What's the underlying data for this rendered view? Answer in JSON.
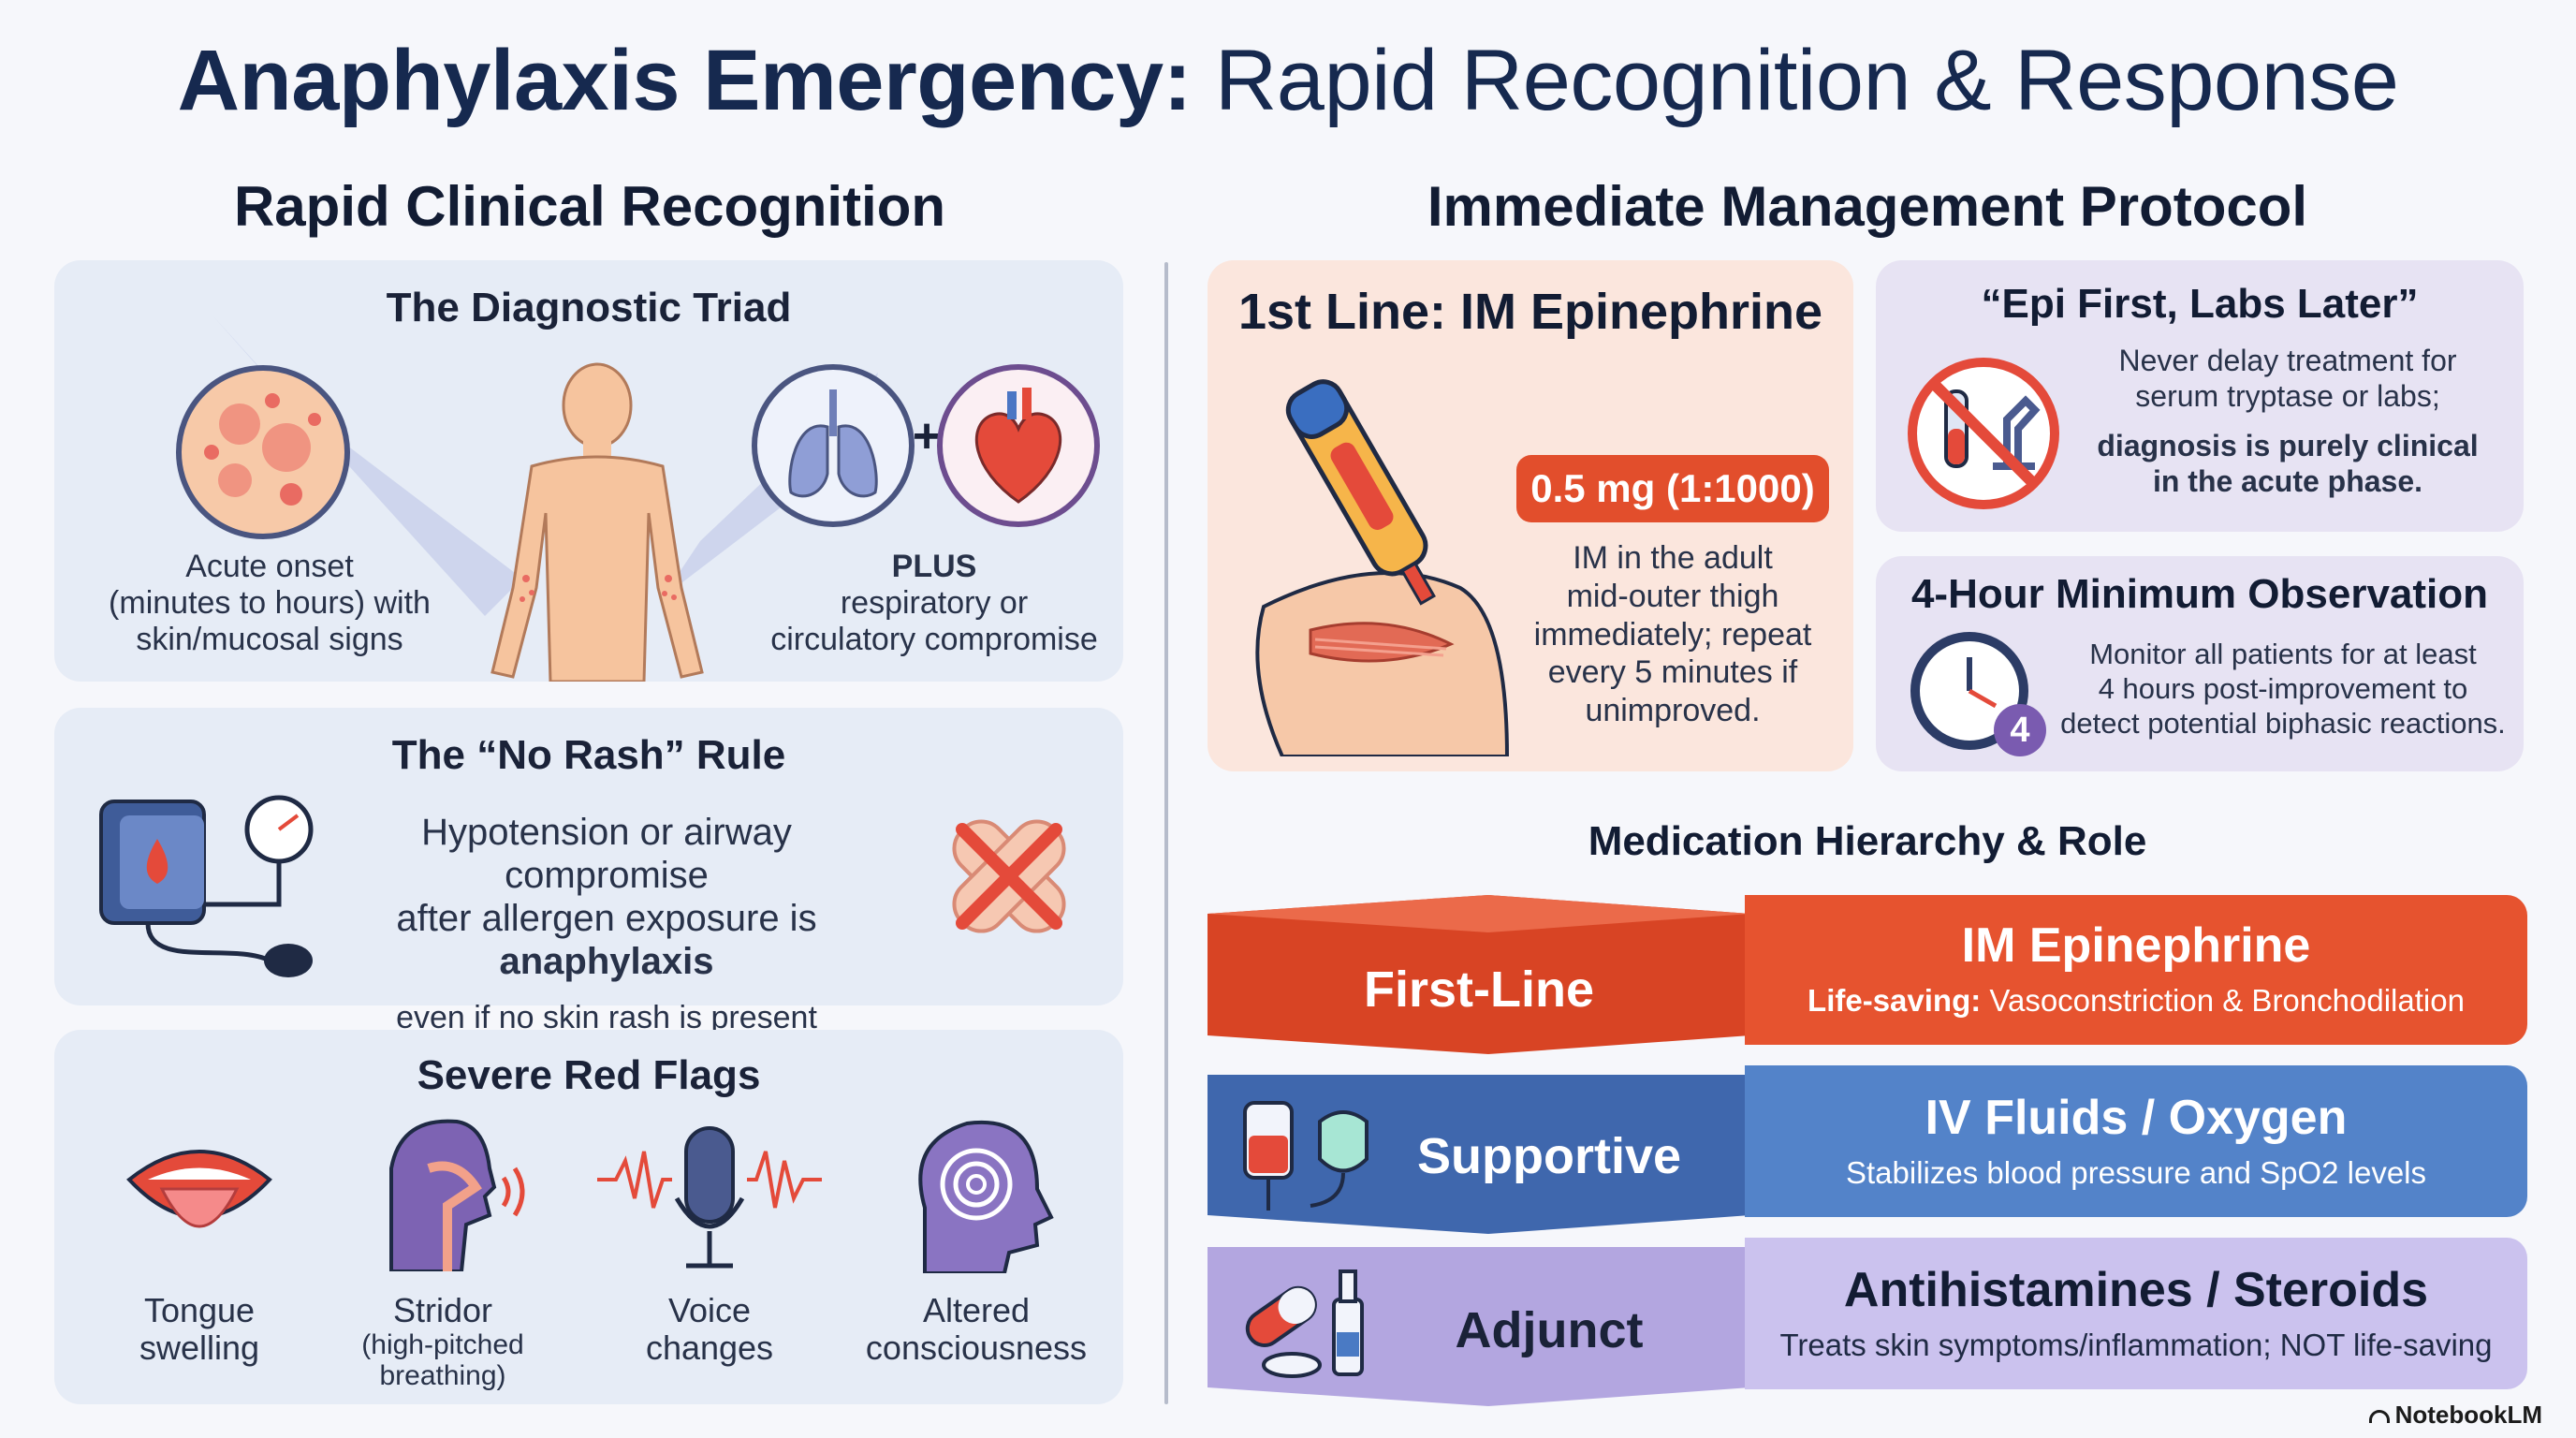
{
  "title": {
    "bold": "Anaphylaxis Emergency:",
    "light": " Rapid Recognition & Response"
  },
  "left": {
    "title": "Rapid Clinical Recognition",
    "triad": {
      "heading": "The Diagnostic Triad",
      "skin_caption_1": "Acute onset",
      "skin_caption_2": "(minutes to hours) with",
      "skin_caption_3": "skin/mucosal signs",
      "plus_symbol": "+",
      "plus_label": "PLUS",
      "resp_caption_1": "respiratory or",
      "resp_caption_2": "circulatory compromise"
    },
    "norash": {
      "heading": "The “No Rash” Rule",
      "line1": "Hypotension or airway compromise",
      "line2_pre": "after allergen exposure is ",
      "line2_bold": "anaphylaxis",
      "line3_underline": "even if",
      "line3_rest": " no skin rash is present"
    },
    "flags": {
      "heading": "Severe Red Flags",
      "items": [
        {
          "l1": "Tongue",
          "l2": "swelling",
          "l3": ""
        },
        {
          "l1": "Stridor",
          "l2": "(high-pitched",
          "l3": "breathing)"
        },
        {
          "l1": "Voice",
          "l2": "changes",
          "l3": ""
        },
        {
          "l1": "Altered",
          "l2": "consciousness",
          "l3": ""
        }
      ]
    }
  },
  "right": {
    "title": "Immediate Management Protocol",
    "epi": {
      "heading": "1st Line: IM Epinephrine",
      "dose": "0.5 mg (1:1000)",
      "l1": "IM in the adult",
      "l2": "mid-outer thigh",
      "l3": "immediately; repeat",
      "l4": "every 5 minutes if",
      "l5": "unimproved."
    },
    "labs": {
      "heading": "“Epi First, Labs Later”",
      "l1": "Never delay treatment for",
      "l2": "serum tryptase or labs;",
      "l3": "diagnosis is purely clinical",
      "l4": "in the acute phase."
    },
    "obs": {
      "heading": "4-Hour Minimum Observation",
      "badge": "4",
      "l1": "Monitor all patients for at least",
      "l2": "4 hours post-improvement to",
      "l3": "detect potential biphasic reactions."
    },
    "hierarchy": {
      "title": "Medication Hierarchy & Role",
      "tiers": [
        {
          "label": "First-Line",
          "name": "IM Epinephrine",
          "desc_bold": "Life-saving:",
          "desc": " Vasoconstriction & Bronchodilation"
        },
        {
          "label": "Supportive",
          "name": "IV Fluids / Oxygen",
          "desc_bold": "",
          "desc": "Stabilizes blood pressure and SpO2 levels"
        },
        {
          "label": "Adjunct",
          "name": "Antihistamines / Steroids",
          "desc_bold": "",
          "desc": "Treats skin symptoms/inflammation; NOT life-saving"
        }
      ]
    }
  },
  "brand": "NotebookLM",
  "colors": {
    "navy": "#16294f",
    "red": "#e24e2c",
    "blue": "#4d7cc4",
    "lavender": "#c9c0ea",
    "panel_blue": "#e6ecf6",
    "panel_peach": "#fbe6dd",
    "panel_lavender": "#e7e3f3"
  }
}
